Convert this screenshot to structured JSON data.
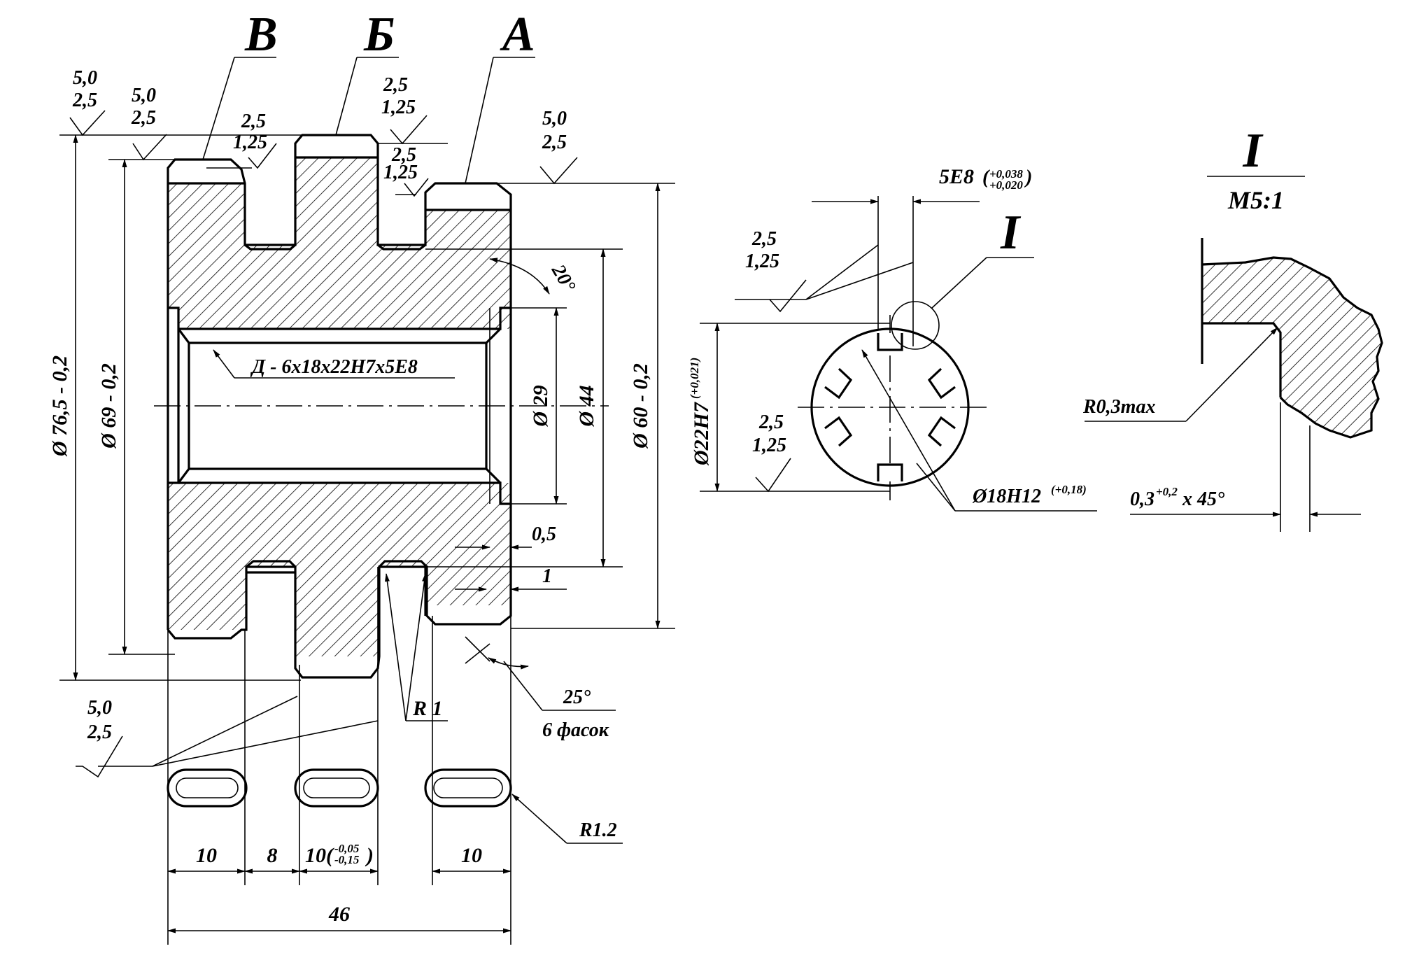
{
  "gear_labels": {
    "a": "А",
    "b": "Б",
    "v": "В"
  },
  "roughness": {
    "r50": "5,0",
    "r25": "2,5",
    "r125": "1,25"
  },
  "dims": {
    "d765": "Ø 76,5 - 0,2",
    "d69": "Ø 69 - 0,2",
    "d60": "Ø 60 - 0,2",
    "d44": "Ø 44",
    "d29": "Ø 29",
    "spline_spec": "Д - 6х18х22Н7х5Е8",
    "angle20": "20°",
    "angle25": "25°",
    "chamfers6": "6 фасок",
    "val05": "0,5",
    "val1": "1",
    "r1": "R 1",
    "r12": "R1.2",
    "w10a": "10",
    "w8": "8",
    "w10b": "10",
    "w10b_tol_upper": "-0,05",
    "w10b_tol_lower": "-0,15",
    "w10c": "10",
    "total46": "46"
  },
  "section": {
    "width_spec": "5Е8",
    "width_tol_upper": "+0,038",
    "width_tol_lower": "+0,020",
    "d22": "Ø22Н7",
    "d22_tol": "(+0,021)",
    "d18": "Ø18Н12",
    "d18_tol": "(+0,18)",
    "view_mark": "I"
  },
  "detail": {
    "title": "I",
    "scale": "М5:1",
    "radius": "R0,3max",
    "chamfer_base": "0,3",
    "chamfer_tol": "+0,2",
    "chamfer_rest": " х 45°"
  }
}
